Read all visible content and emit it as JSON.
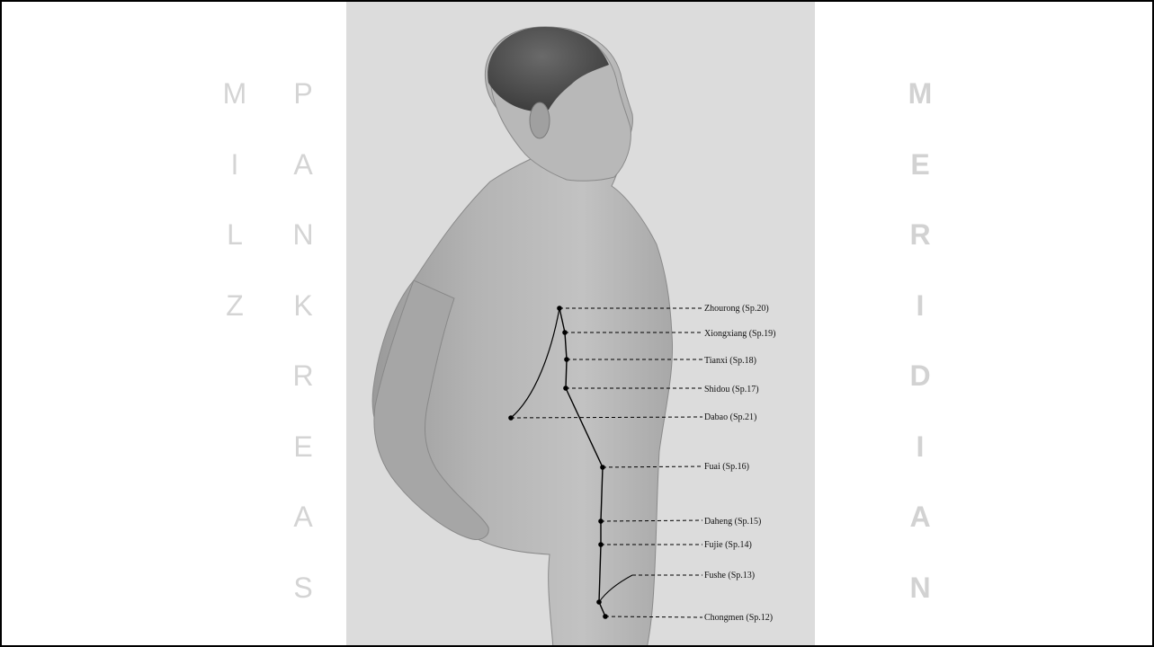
{
  "columns": {
    "milz": [
      "M",
      "I",
      "L",
      "Z"
    ],
    "pankreas": [
      "P",
      "A",
      "N",
      "K",
      "R",
      "E",
      "A",
      "S"
    ],
    "meridian": [
      "M",
      "E",
      "R",
      "I",
      "D",
      "I",
      "A",
      "N"
    ]
  },
  "points": [
    {
      "name": "Zhourong",
      "code": "(Sp.20)"
    },
    {
      "name": "Xiongxiang",
      "code": "(Sp.19)"
    },
    {
      "name": "Tianxi",
      "code": "(Sp.18)"
    },
    {
      "name": "Shidou",
      "code": "(Sp.17)"
    },
    {
      "name": "Dabao",
      "code": "(Sp.21)"
    },
    {
      "name": "Fuai",
      "code": "(Sp.16)"
    },
    {
      "name": "Daheng",
      "code": "(Sp.15)"
    },
    {
      "name": "Fujie",
      "code": "(Sp.14)"
    },
    {
      "name": "Fushe",
      "code": "(Sp.13)"
    },
    {
      "name": "Chongmen",
      "code": "(Sp.12)"
    }
  ]
}
